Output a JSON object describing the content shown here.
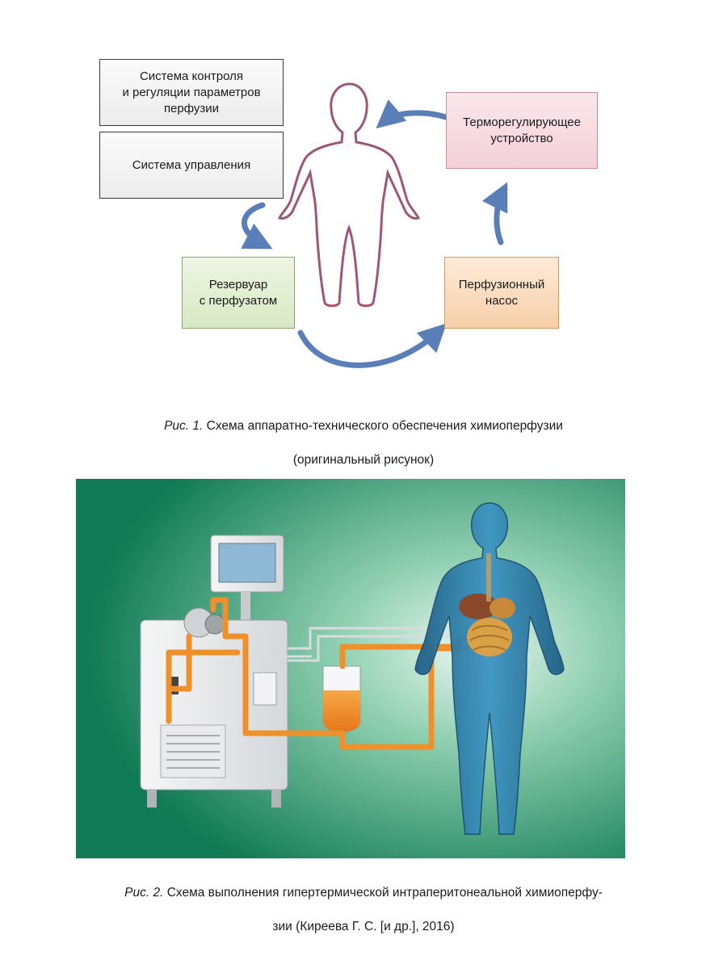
{
  "figure1": {
    "boxes": {
      "control": "Система контроля\nи регуляции параметров\nперфузии",
      "management": "Система управления",
      "thermo": "Терморегулирующее\nустройство",
      "reservoir": "Резервуар\nс перфузатом",
      "pump": "Перфузионный\nнасос"
    },
    "caption": {
      "label": "Рис. 1.",
      "line1": "Схема аппаратно-технического обеспечения химиоперфузии",
      "line2": "(оригинальный рисунок)"
    },
    "colors": {
      "arrow": "#5a7fb8",
      "silhouette_outline": "#c44a5a"
    }
  },
  "figure2": {
    "caption": {
      "label": "Рис. 2.",
      "line1": "Схема выполнения гипертермической интраперитонеальной химиоперфу-",
      "line2": "зии (Киреева Г. С. [и др.], 2016)"
    },
    "colors": {
      "background": "#0f7a55",
      "tubing": "#f0902a",
      "body": "#2f7fa8"
    }
  }
}
